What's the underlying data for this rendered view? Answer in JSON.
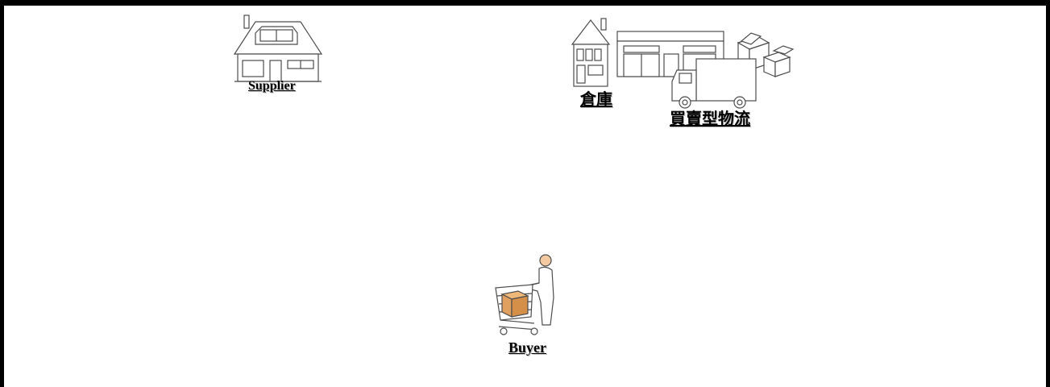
{
  "diagram": {
    "nodes": [
      {
        "id": "supplier",
        "label": "Supplier",
        "icon": "house-icon"
      },
      {
        "id": "warehouse",
        "label": "倉庫",
        "icon": "warehouse-icon"
      },
      {
        "id": "logistics",
        "label": "買賣型物流",
        "icon": "truck-icon"
      },
      {
        "id": "buyer",
        "label": "Buyer",
        "icon": "shopping-cart-person-icon"
      }
    ]
  },
  "colors": {
    "border": "#000000",
    "icon_stroke": "#4d4d4d",
    "icon_fill": "#ffffff",
    "box_fill": "#e0a060",
    "figure_fill": "#f2c9a0"
  }
}
